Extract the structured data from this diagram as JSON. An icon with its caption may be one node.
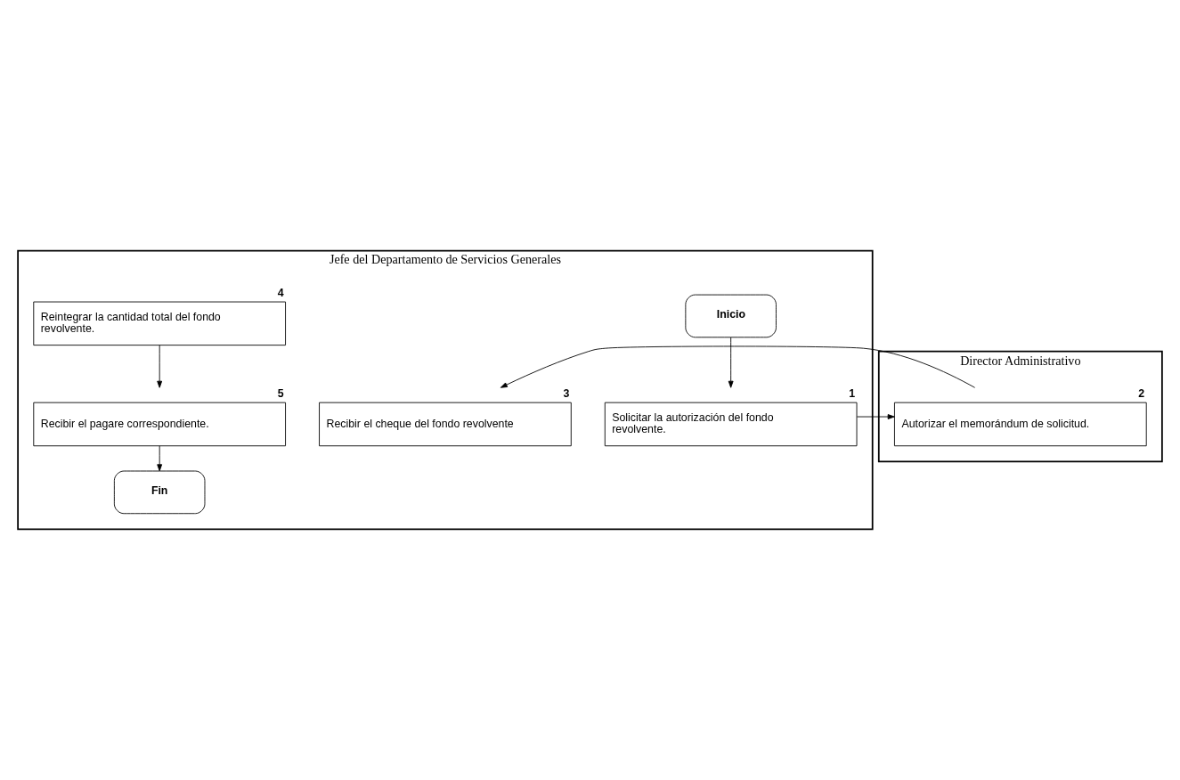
{
  "diagram": {
    "nodes": [
      {
        "text": [
          "Jefe del Departamento de Servicios Generales"
        ]
      },
      {
        "text": [
          "Director Administrativo"
        ]
      },
      {
        "text": [
          "Inicio"
        ],
        "in": 0
      },
      {
        "text": [
          "Solicitar la autorización del fondo revolvente."
        ],
        "in": 0,
        "beside": [
          "1"
        ]
      },
      {
        "text": [
          "Autorizar el memorándum de solicitud."
        ],
        "in": 1,
        "beside": [
          "2"
        ]
      },
      {
        "text": [
          "Recibir el cheque del fondo revolvente"
        ],
        "in": 0,
        "beside": [
          "3"
        ]
      },
      {
        "text": [
          "Reintegrar la cantidad total del fondo revolvente."
        ],
        "in": 0,
        "beside": [
          "4"
        ]
      },
      {
        "text": [
          "Recibir el pagare correspondiente."
        ],
        "in": 0,
        "beside": [
          "5"
        ]
      },
      {
        "text": [
          "Fin"
        ],
        "in": 0
      }
    ],
    "edges": [
      {
        "from": 2,
        "to": 3,
        "arrow": "to"
      },
      {
        "from": 3,
        "to": 4,
        "arrow": "to"
      },
      {
        "from": 4,
        "to": 5,
        "arrow": "to"
      },
      {
        "from": 6,
        "to": 7,
        "arrow": "to"
      },
      {
        "from": 7,
        "to": 8,
        "arrow": "to"
      }
    ]
  }
}
